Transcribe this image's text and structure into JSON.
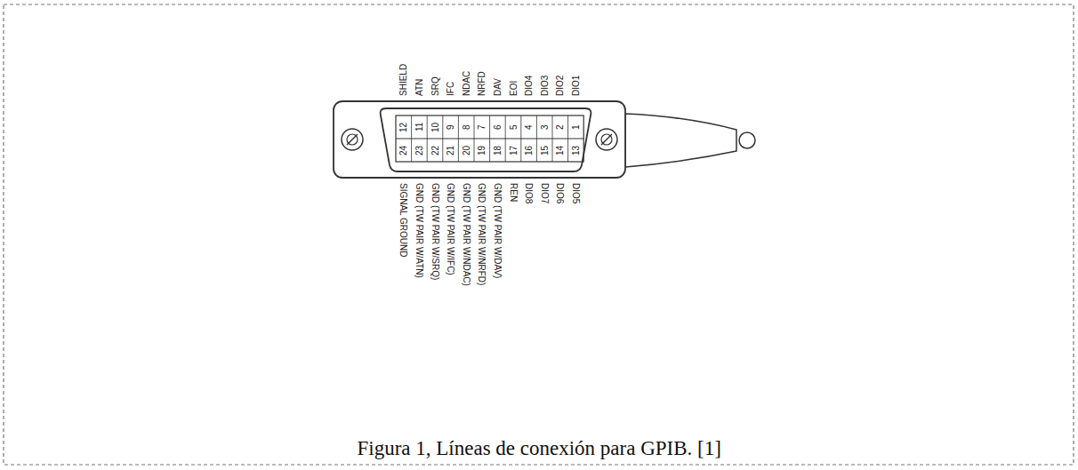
{
  "diagram": {
    "caption": "Figura 1, Líneas de conexión para GPIB. [1]",
    "labels": [
      "DIO1",
      "DIO2",
      "DIO3",
      "DIO4",
      "EOI",
      "DAV",
      "NRFD",
      "NDAC",
      "IFC",
      "SRQ",
      "ATN",
      "SHIELD",
      "DIO5",
      "DIO6",
      "DIO7",
      "DIO8",
      "REN",
      "GND (TW PAIR W/DAV)",
      "GND (TW PAIR W/NRFD)",
      "GND (TW PAIR W/NDAC)",
      "GND (TW PAIR W/IFC)",
      "GND (TW PAIR W/SRQ)",
      "GND (TW PAIR W/ATN)",
      "SIGNAL GROUND",
      "1",
      "2",
      "3",
      "4",
      "5",
      "6",
      "7",
      "8",
      "9",
      "10",
      "11",
      "12",
      "13",
      "14",
      "15",
      "16",
      "17",
      "18",
      "19",
      "20",
      "21",
      "22",
      "23",
      "24"
    ]
  }
}
